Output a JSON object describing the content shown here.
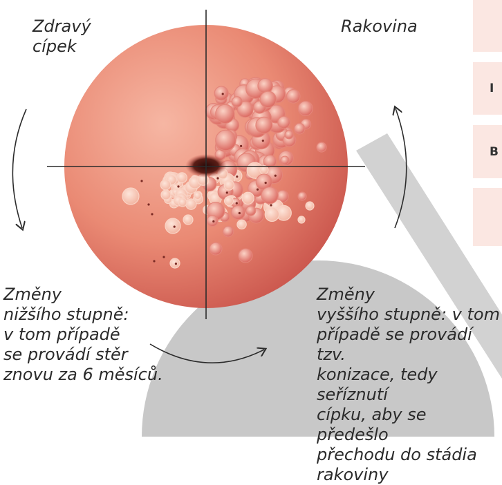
{
  "labels": {
    "healthy": "Zdravý\ncípek",
    "cancer": "Rakovina",
    "lower_grade": "Změny\nnižšího stupně:\nv tom případě\nse provádí stěr\nznovu za 6 měsíců.",
    "higher_grade": "Změny\nvyššího stupně: v tom\npřípadě se provádí tzv.\nkonizace, tedy seříznutí\ncípku, aby se předešlo\npřechodu do stádia\nrakoviny"
  },
  "side_panel": {
    "letters": [
      "",
      "I",
      "B",
      ""
    ]
  },
  "colors": {
    "disc_light": "#f2a48f",
    "disc_mid": "#e57a66",
    "disc_dark": "#c8524a",
    "os_center": "#4a1a14",
    "cell_fill": "#f7c2ae",
    "cell_dark": "#c8524a",
    "watermark": "#c8c8c8",
    "side_box": "#fbe7e2",
    "text": "#2b2b2b"
  },
  "icons": [
    "axis-cross",
    "arrow-left-curve-icon",
    "arrow-right-curve-icon",
    "arrow-bottom-curve-icon"
  ]
}
